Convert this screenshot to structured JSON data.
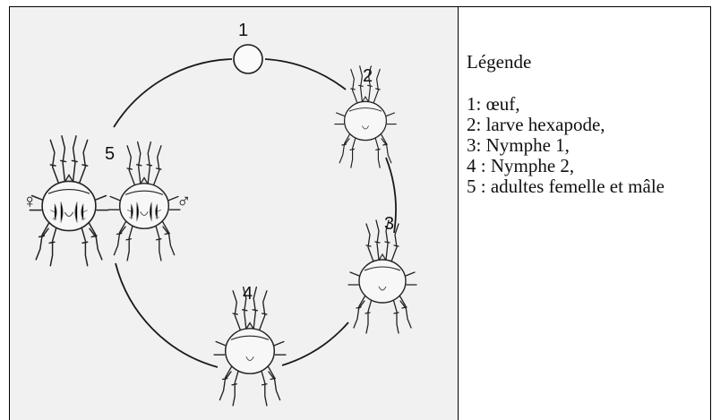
{
  "figure": {
    "stage_numbers": [
      "1",
      "2",
      "3",
      "4",
      "5"
    ],
    "female_symbol": "♀",
    "male_symbol": "♂"
  },
  "legend": {
    "title": "Légende",
    "items": [
      "1: œuf,",
      "2: larve hexapode,",
      "3: Nymphe 1,",
      "4 : Nymphe 2,",
      "5 : adultes femelle et mâle"
    ]
  },
  "colors": {
    "figure_background": "#f1f1f1",
    "line": "#1a1a1a"
  }
}
